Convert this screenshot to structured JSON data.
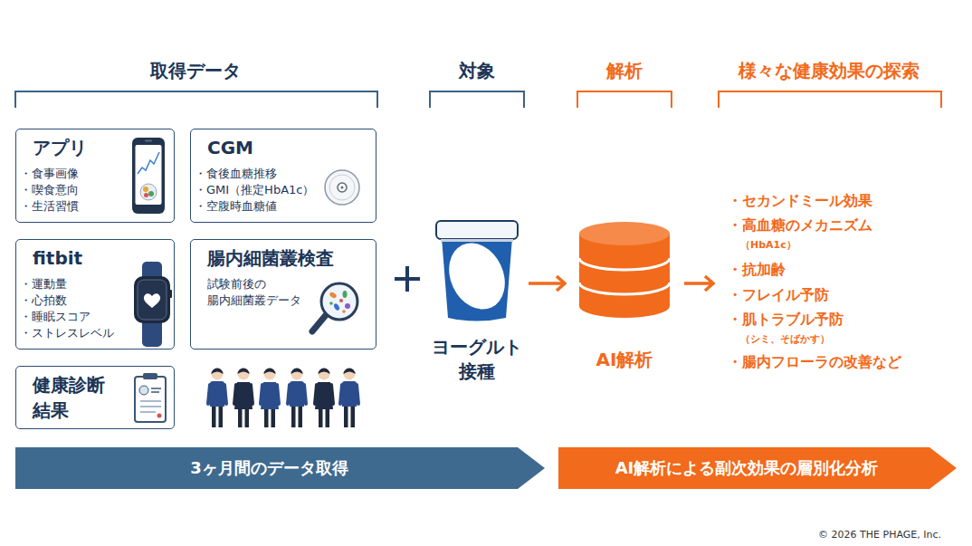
{
  "diagram": {
    "nodes": [
      {
        "text": [
          "アプリ",
          "・食事画像",
          "・喫食意向",
          "・生活習慣"
        ]
      },
      {
        "text": [
          "CGM",
          "・食後血糖推移",
          "・GMI（推定HbA1c）",
          "・空腹時血糖値"
        ]
      },
      {
        "text": [
          "fitbit",
          "・運動量",
          "・心拍数",
          "・睡眠スコア",
          "・ストレスレベル"
        ]
      },
      {
        "text": [
          "腸内細菌叢検査",
          "試験前後の 腸内細菌叢データ"
        ]
      },
      {
        "text": [
          "健康診断 結果"
        ]
      },
      {
        "text": [
          "ヨーグルト 接種"
        ]
      },
      {
        "text": [
          "AI解析"
        ]
      },
      {
        "text": [
          "3ヶ月間のデータ取得"
        ]
      },
      {
        "text": [
          "AI解析による副次効果の層別化分析"
        ]
      }
    ],
    "edges": [
      {
        "from": 5,
        "to": 6,
        "arrow": "to"
      }
    ],
    "labels": [
      "取得データ",
      "対象",
      "解析",
      "様々な健康効果の探索",
      "・セカンドミール効果",
      "・高血糖のメカニズム",
      "（HbA1c）",
      "・抗加齢",
      "・フレイル予防",
      "・肌トラブル予防",
      "（シミ、そばかす）",
      "・腸内フローラの改善など",
      "© 2026 THE PHAGE, Inc."
    ]
  }
}
